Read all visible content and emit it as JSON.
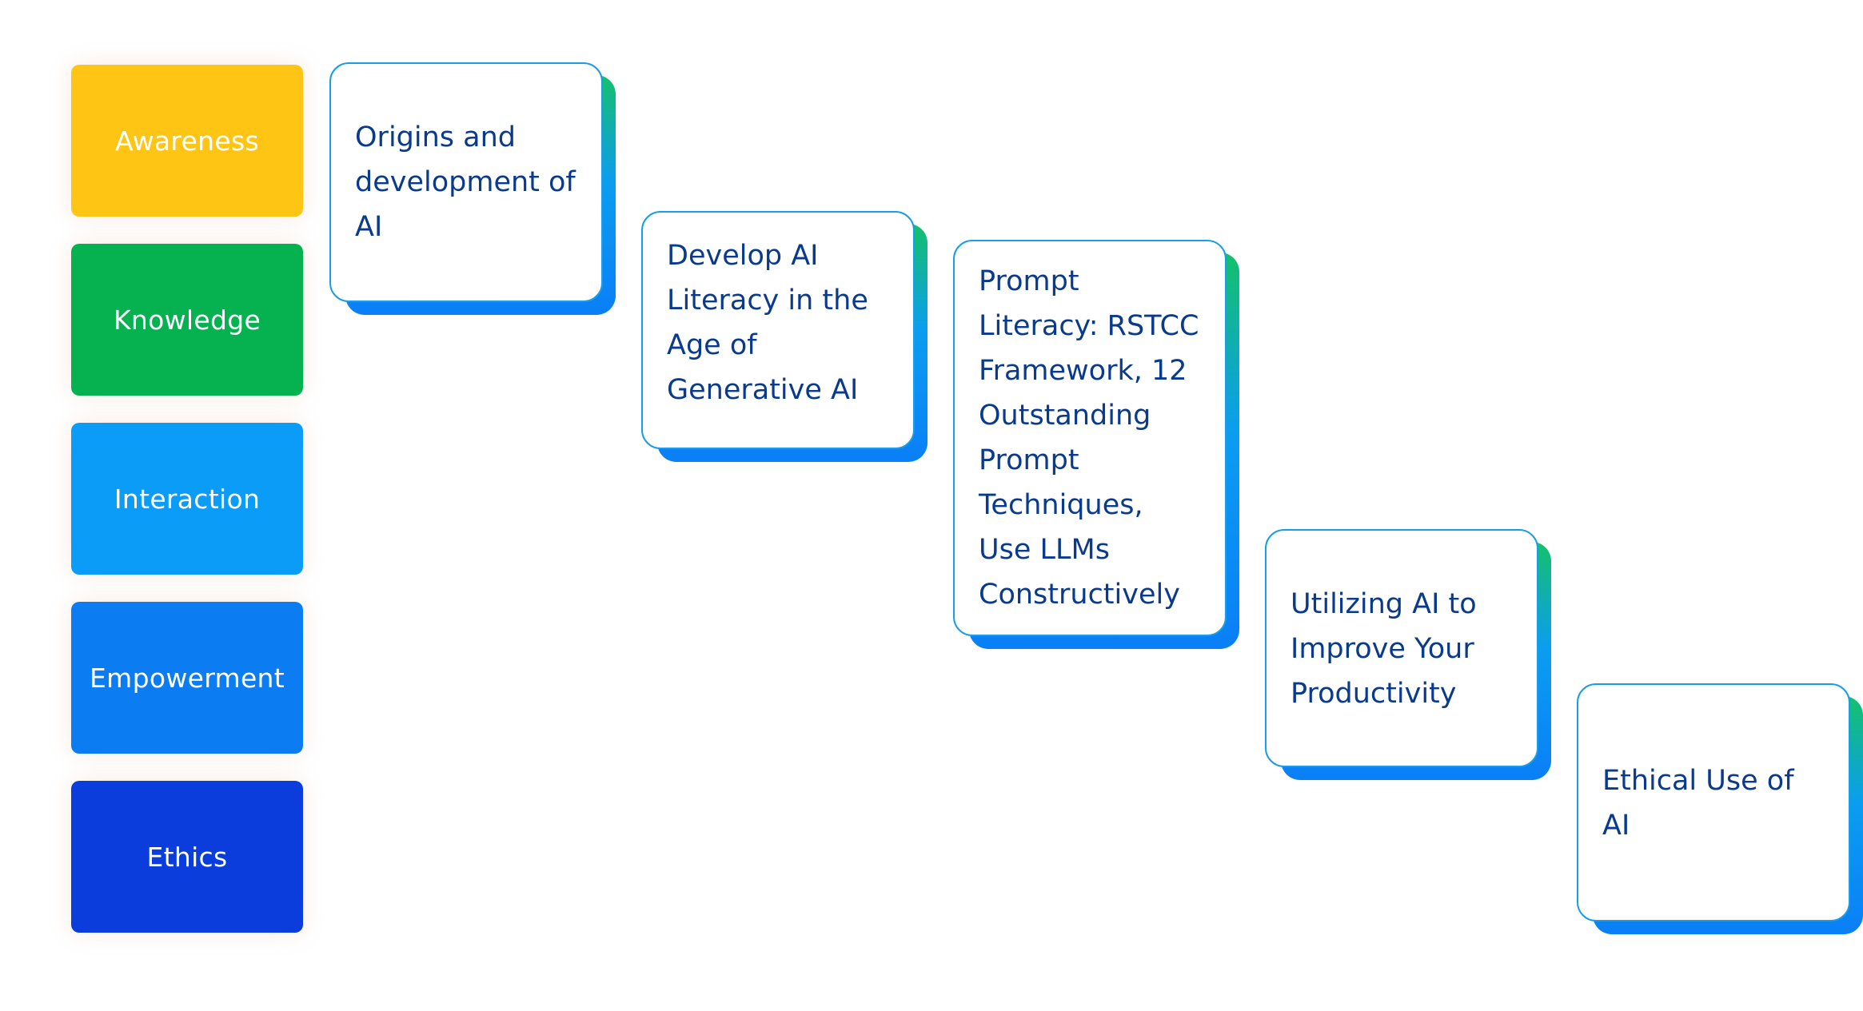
{
  "stages": [
    {
      "label": "Awareness",
      "color": "#ffc515"
    },
    {
      "label": "Knowledge",
      "color": "#06b14f"
    },
    {
      "label": "Interaction",
      "color": "#0a9cf7"
    },
    {
      "label": "Empowerment",
      "color": "#0b7cf2"
    },
    {
      "label": "Ethics",
      "color": "#0a3ddc"
    }
  ],
  "cards": [
    {
      "text": "Origins and development of AI"
    },
    {
      "text": "Develop AI Literacy in the Age of Generative AI"
    },
    {
      "text": "Prompt Literacy: RSTCC Framework, 12 Outstanding Prompt Techniques, Use LLMs Constructively"
    },
    {
      "text": "Utilizing AI to Improve Your Productivity"
    },
    {
      "text": "Ethical Use of AI"
    }
  ]
}
